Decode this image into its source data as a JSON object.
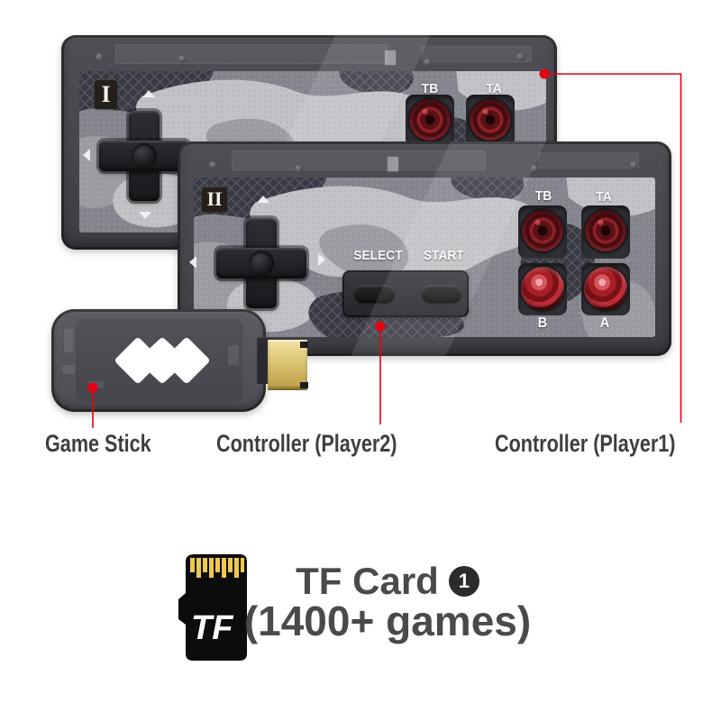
{
  "captions": {
    "game_stick": "Game Stick",
    "controller_player2": "Controller (Player2)",
    "controller_player1": "Controller (Player1)"
  },
  "controller1": {
    "badge": "I",
    "tb": "TB",
    "ta": "TA"
  },
  "controller2": {
    "badge": "II",
    "select": "SELECT",
    "start": "START",
    "tb": "TB",
    "ta": "TA",
    "b": "B",
    "a": "A"
  },
  "tf_card": {
    "chip": "TF",
    "title": "TF Card",
    "badge_number": "1",
    "subtitle": "(1400+ games)"
  },
  "colors": {
    "annotation": "#e60012",
    "caption_text": "#3e3e3e",
    "title_text": "#4a4a4a",
    "pin_gold": "#eec94d",
    "camo_dark": "#393a42",
    "camo_light": "#c2c2c6",
    "camo_base": "#85858d",
    "button_red": "#a81e26"
  }
}
